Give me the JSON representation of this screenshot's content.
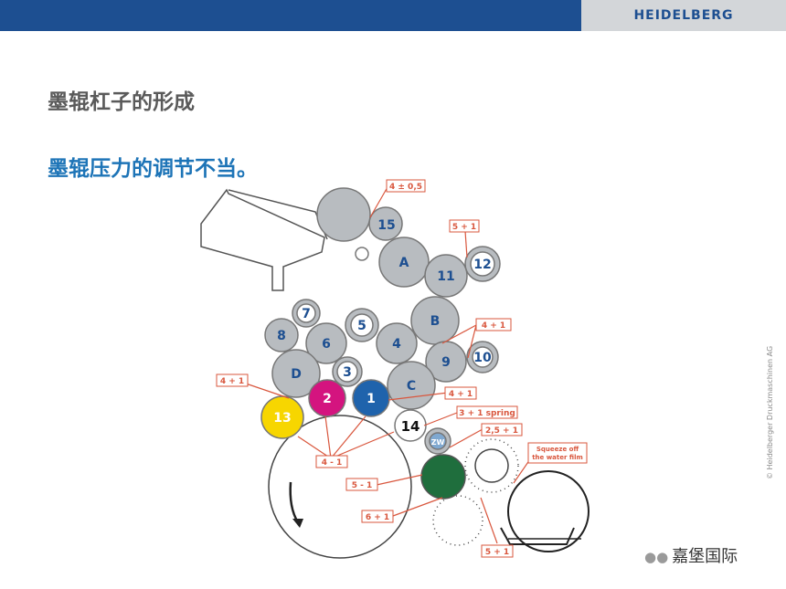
{
  "header": {
    "logo": "HEIDELBERG"
  },
  "title": "墨辊杠子的形成",
  "subtitle": "墨辊压力的调节不当。",
  "copyright": "© Heidelberger Druckmaschinen AG",
  "watermark": {
    "icon": "wechat-icon",
    "text": "嘉堡国际"
  },
  "colors": {
    "header_blue": "#1d4f91",
    "subtitle_blue": "#1d74b7",
    "roller_grey": "#b8bcc0",
    "label_red": "#d9573e",
    "yellow": "#f7d600",
    "magenta": "#d4147f",
    "blue": "#1f63ac",
    "green": "#1f6e3d"
  },
  "rollers": {
    "r15": "15",
    "rA": "A",
    "r11": "11",
    "r12": "12",
    "rB": "B",
    "r7": "7",
    "r8": "8",
    "r5": "5",
    "r6": "6",
    "r4": "4",
    "r9": "9",
    "r10": "10",
    "rD": "D",
    "r3": "3",
    "rC": "C",
    "r13": "13",
    "r2": "2",
    "r1": "1",
    "r14": "14",
    "rZW": "ZW"
  },
  "labels": {
    "l1": "4 ± 0,5",
    "l2": "5 + 1",
    "l3": "4 + 1",
    "l4": "4 + 1",
    "l5": "4 + 1",
    "l6": "3 + 1 spring",
    "l7": "2,5 + 1",
    "l8": "4 - 1",
    "l9": "5 - 1",
    "l10": "6 + 1",
    "l11": "5 + 1",
    "l12a": "Squeeze off",
    "l12b": "the water film"
  }
}
